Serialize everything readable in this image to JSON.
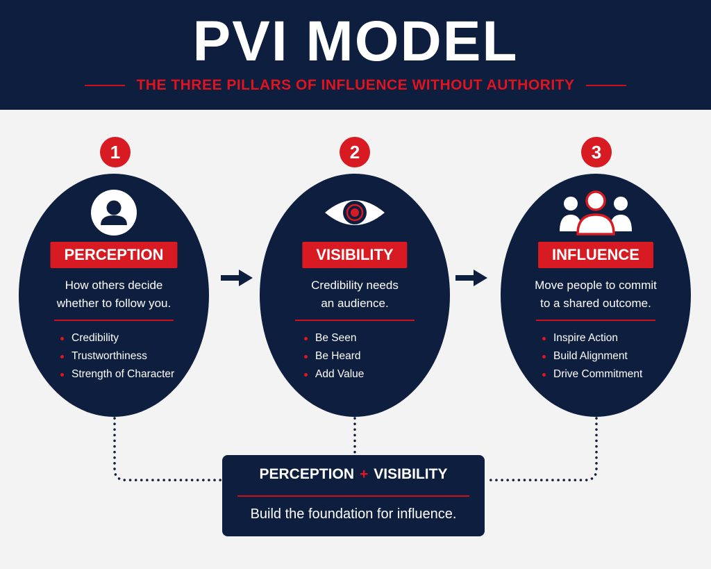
{
  "header": {
    "title": "PVI MODEL",
    "subtitle": "THE THREE PILLARS OF INFLUENCE WITHOUT AUTHORITY"
  },
  "pillars": [
    {
      "number": "1",
      "icon": "person-icon",
      "label": "PERCEPTION",
      "desc_line1": "How others decide",
      "desc_line2": "whether to follow you.",
      "bullets": [
        "Credibility",
        "Trustworthiness",
        "Strength of Character"
      ]
    },
    {
      "number": "2",
      "icon": "eye-icon",
      "label": "VISIBILITY",
      "desc_line1": "Credibility needs",
      "desc_line2": "an audience.",
      "bullets": [
        "Be Seen",
        "Be Heard",
        "Add Value"
      ]
    },
    {
      "number": "3",
      "icon": "group-icon",
      "label": "INFLUENCE",
      "desc_line1": "Move people to commit",
      "desc_line2": "to a shared outcome.",
      "bullets": [
        "Inspire Action",
        "Build Alignment",
        "Drive Commitment"
      ]
    }
  ],
  "summary": {
    "left": "PERCEPTION",
    "plus": "+",
    "right": "VISIBILITY",
    "text": "Build the foundation for influence."
  },
  "colors": {
    "navy": "#0e1e3f",
    "red": "#d81b22",
    "background": "#f3f3f4"
  }
}
